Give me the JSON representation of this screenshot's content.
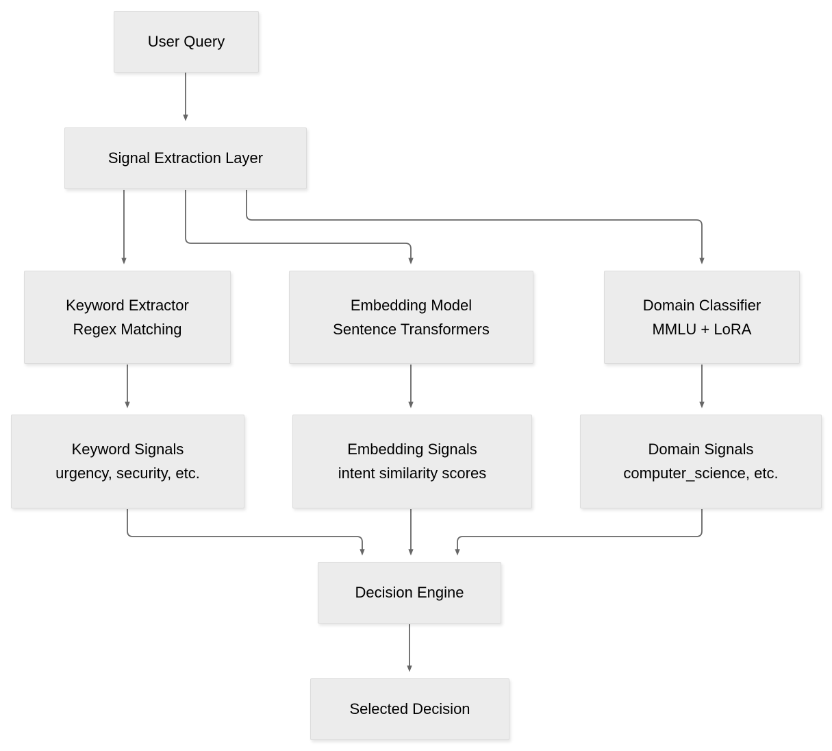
{
  "diagram": {
    "type": "flowchart",
    "direction": "top-down",
    "background_color": "#ffffff",
    "node_fill": "#ececec",
    "node_border": "#dcdcdc",
    "edge_color": "#666666",
    "text_color": "#000000"
  },
  "nodes": {
    "user_query": {
      "line1": "User Query",
      "line2": ""
    },
    "signal_extraction_layer": {
      "line1": "Signal Extraction Layer",
      "line2": ""
    },
    "keyword_extractor": {
      "line1": "Keyword Extractor",
      "line2": "Regex Matching"
    },
    "embedding_model": {
      "line1": "Embedding Model",
      "line2": "Sentence Transformers"
    },
    "domain_classifier": {
      "line1": "Domain Classifier",
      "line2": "MMLU + LoRA"
    },
    "keyword_signals": {
      "line1": "Keyword Signals",
      "line2": "urgency, security, etc."
    },
    "embedding_signals": {
      "line1": "Embedding Signals",
      "line2": "intent similarity scores"
    },
    "domain_signals": {
      "line1": "Domain Signals",
      "line2": "computer_science, etc."
    },
    "decision_engine": {
      "line1": "Decision Engine",
      "line2": ""
    },
    "selected_decision": {
      "line1": "Selected Decision",
      "line2": ""
    }
  },
  "edges": [
    {
      "from": "user_query",
      "to": "signal_extraction_layer",
      "label": ""
    },
    {
      "from": "signal_extraction_layer",
      "to": "keyword_extractor",
      "label": ""
    },
    {
      "from": "signal_extraction_layer",
      "to": "embedding_model",
      "label": ""
    },
    {
      "from": "signal_extraction_layer",
      "to": "domain_classifier",
      "label": ""
    },
    {
      "from": "keyword_extractor",
      "to": "keyword_signals",
      "label": ""
    },
    {
      "from": "embedding_model",
      "to": "embedding_signals",
      "label": ""
    },
    {
      "from": "domain_classifier",
      "to": "domain_signals",
      "label": ""
    },
    {
      "from": "keyword_signals",
      "to": "decision_engine",
      "label": ""
    },
    {
      "from": "embedding_signals",
      "to": "decision_engine",
      "label": ""
    },
    {
      "from": "domain_signals",
      "to": "decision_engine",
      "label": ""
    },
    {
      "from": "decision_engine",
      "to": "selected_decision",
      "label": ""
    }
  ]
}
